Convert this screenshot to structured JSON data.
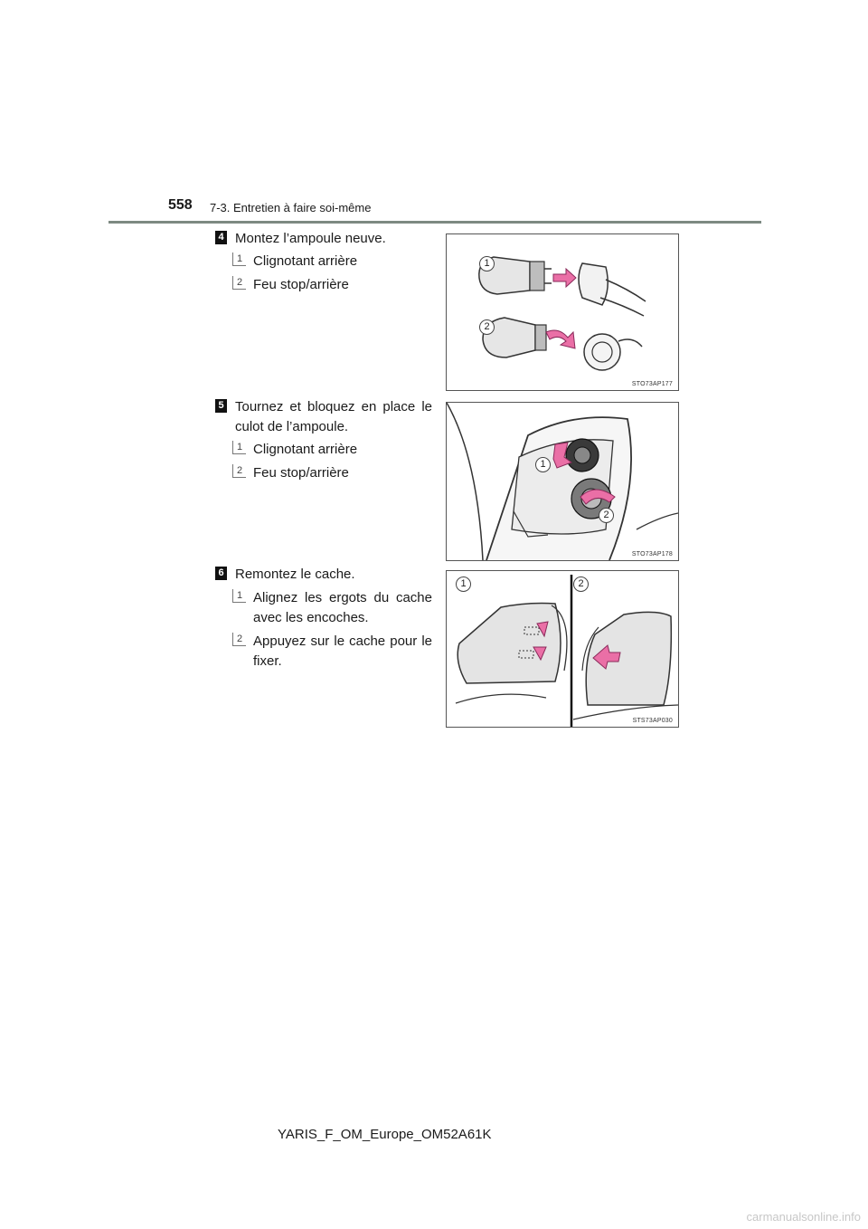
{
  "header": {
    "page_number": "558",
    "section": "7-3. Entretien à faire soi-même"
  },
  "steps": [
    {
      "number": "4",
      "text": "Montez l’ampoule neuve.",
      "subs": [
        {
          "num": "1",
          "text": "Clignotant arrière"
        },
        {
          "num": "2",
          "text": "Feu stop/arrière"
        }
      ],
      "figure": {
        "code": "STO73AP177",
        "callouts": [
          "1",
          "2"
        ]
      }
    },
    {
      "number": "5",
      "text": "Tournez et bloquez en place le culot de l’ampoule.",
      "subs": [
        {
          "num": "1",
          "text": "Clignotant arrière"
        },
        {
          "num": "2",
          "text": "Feu stop/arrière"
        }
      ],
      "figure": {
        "code": "STO73AP178",
        "callouts": [
          "1",
          "2"
        ]
      }
    },
    {
      "number": "6",
      "text": "Remontez le cache.",
      "subs": [
        {
          "num": "1",
          "text": "Alignez les ergots du cache avec les encoches."
        },
        {
          "num": "2",
          "text": "Appuyez sur le cache pour le fixer."
        }
      ],
      "figure": {
        "code": "STS73AP030",
        "callouts": [
          "1",
          "2"
        ]
      }
    }
  ],
  "footer": {
    "manual_id": "YARIS_F_OM_Europe_OM52A61K"
  },
  "watermark": "carmanualsonline.info",
  "colors": {
    "arrow_pink": "#ea6fa6",
    "rule": "#7d8a82"
  }
}
